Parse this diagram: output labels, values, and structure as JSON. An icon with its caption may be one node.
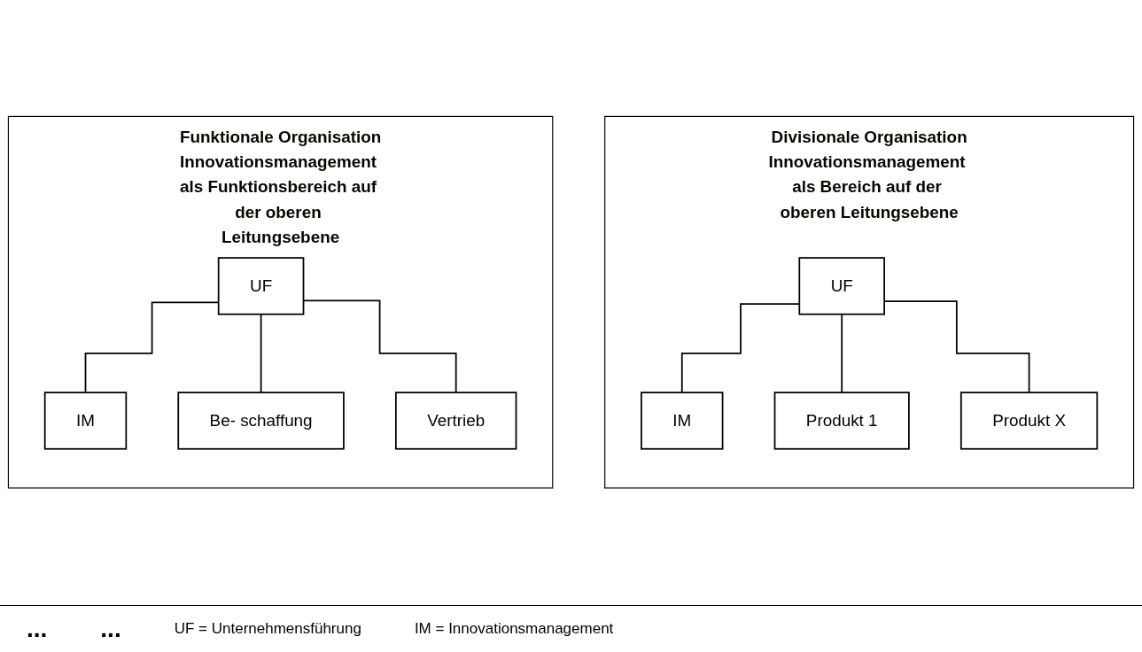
{
  "diagram": {
    "nodes": [
      {
        "text": [
          "Funktionale Organisation",
          "Innovationsmanagement als Funktionsbereich auf der oberen Leitungsebene"
        ]
      },
      {
        "text": [
          "UF"
        ],
        "in": 0
      },
      {
        "text": [
          "IM"
        ],
        "in": 0
      },
      {
        "text": [
          "Be- schaffung"
        ],
        "in": 0
      },
      {
        "text": [
          "Vertrieb"
        ],
        "in": 0
      },
      {
        "text": [
          "Divisionale Organisation",
          "Innovationsmanagement als Bereich auf der oberen Leitungsebene"
        ]
      },
      {
        "text": [
          "UF"
        ],
        "in": 5
      },
      {
        "text": [
          "IM"
        ],
        "in": 5
      },
      {
        "text": [
          "Produkt 1"
        ],
        "in": 5
      },
      {
        "text": [
          "Produkt X"
        ],
        "in": 5
      }
    ],
    "edges": [
      {
        "from": 1,
        "to": 2,
        "arrow": "none"
      },
      {
        "from": 1,
        "to": 3,
        "arrow": "none"
      },
      {
        "from": 1,
        "to": 4,
        "arrow": "none"
      },
      {
        "from": 6,
        "to": 7,
        "arrow": "none"
      },
      {
        "from": 6,
        "to": 8,
        "arrow": "none"
      },
      {
        "from": 6,
        "to": 9,
        "arrow": "none"
      }
    ],
    "labels": [
      "...",
      "...",
      "UF = Unternehmensführung",
      "IM = Innovationsmanagement"
    ]
  }
}
